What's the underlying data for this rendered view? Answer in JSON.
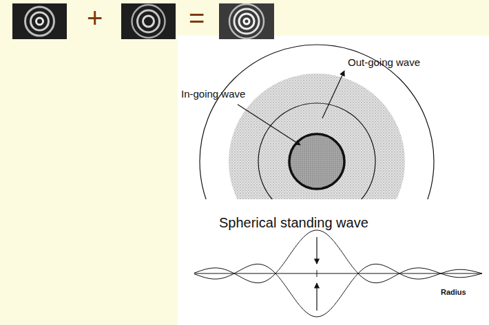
{
  "diagram": {
    "labels": [
      "+",
      "=",
      "Out-going wave",
      "In-going wave",
      "Spherical standing wave",
      "Radius"
    ]
  }
}
